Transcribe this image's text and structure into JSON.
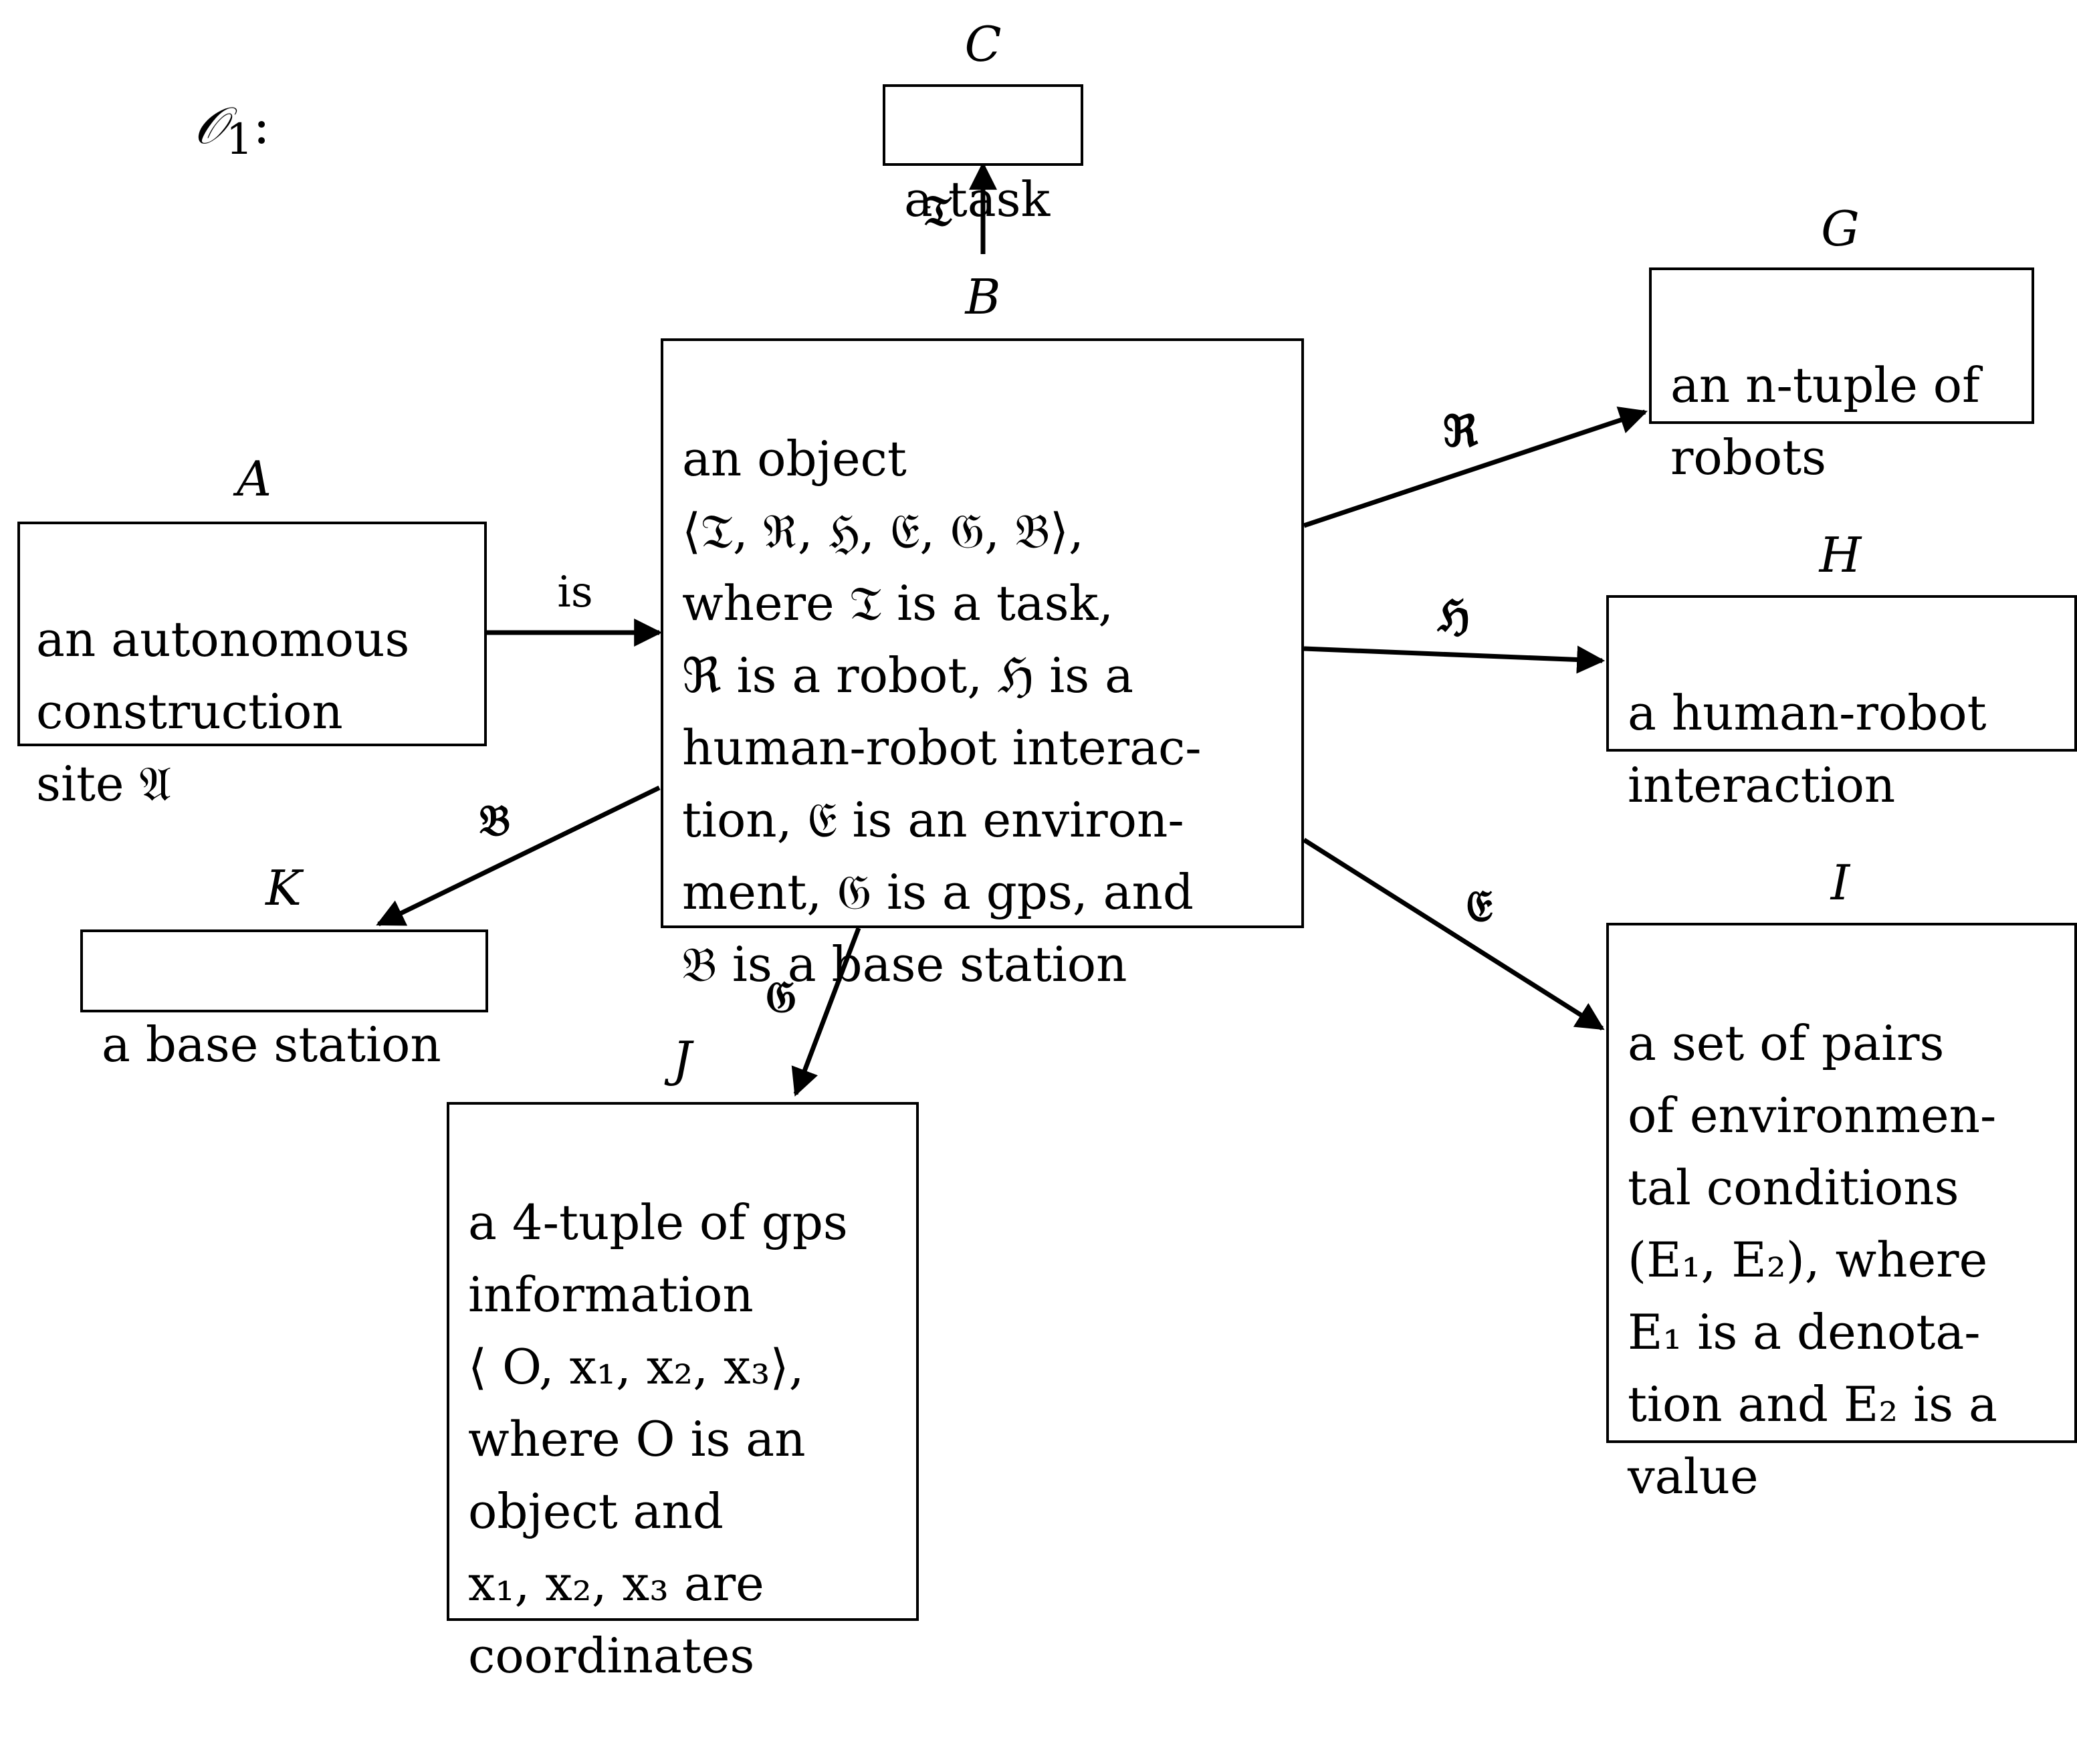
{
  "title": {
    "symbol": "𝒪",
    "subscript": "1",
    "suffix": ":"
  },
  "nodes": {
    "A": {
      "label": "A",
      "text": "an autonomous\nconstruction\nsite 𝔄"
    },
    "B": {
      "label": "B",
      "text": "an object\n⟨𝔗, ℜ, ℌ, 𝔈, 𝔊, 𝔅⟩,\nwhere 𝔗 is a task,\nℜ is a robot, ℌ is a\nhuman-robot interac-\ntion, 𝔈 is an environ-\nment, 𝔊 is a gps, and\n𝔅 is a base station"
    },
    "C": {
      "label": "C",
      "text": "a task"
    },
    "G": {
      "label": "G",
      "text": "an n-tuple of\nrobots"
    },
    "H": {
      "label": "H",
      "text": "a human-robot\ninteraction"
    },
    "I": {
      "label": "I",
      "text": "a set of pairs\nof environmen-\ntal conditions\n(E₁, E₂), where\nE₁ is a denota-\ntion and E₂ is a\nvalue"
    },
    "J": {
      "label": "J",
      "text": "a 4-tuple of gps\ninformation\n⟨ O, x₁, x₂, x₃⟩,\nwhere O is an\nobject and\nx₁, x₂, x₃ are\ncoordinates"
    },
    "K": {
      "label": "K",
      "text": "a base station"
    }
  },
  "edges": {
    "A_B": "is",
    "B_C": "𝔗",
    "B_G": "ℜ",
    "B_H": "ℌ",
    "B_I": "𝔈",
    "B_J": "𝔊",
    "B_K": "𝔅"
  }
}
